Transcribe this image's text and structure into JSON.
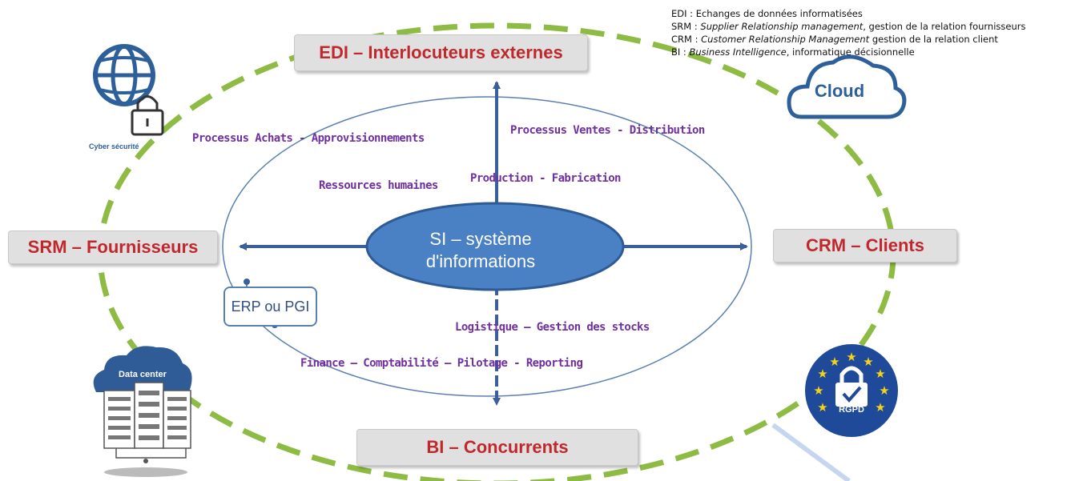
{
  "legend": [
    {
      "abbr": "EDI",
      "sep": " : ",
      "term": "",
      "desc": "Echanges de données informatisées"
    },
    {
      "abbr": "SRM",
      "sep": " : ",
      "term": "Supplier Relationship management",
      "desc": ", gestion de la relation fournisseurs"
    },
    {
      "abbr": "CRM",
      "sep": " : ",
      "term": "Customer Relationship Management",
      "desc": " gestion de la relation client"
    },
    {
      "abbr": "BI",
      "sep": " : ",
      "term": "Business Intelligence",
      "desc": ", informatique décisionnelle"
    }
  ],
  "boxes": {
    "edi": "EDI – Interlocuteurs externes",
    "srm": "SRM – Fournisseurs",
    "crm": "CRM – Clients",
    "bi": "BI – Concurrents"
  },
  "center": {
    "line1": "SI – système",
    "line2": "d'informations"
  },
  "processes": {
    "achats": "Processus Achats - Approvisionnements",
    "ventes": "Processus Ventes - Distribution",
    "rh": "Ressources humaines",
    "production": "Production - Fabrication",
    "logistique": "Logistique – Gestion des stocks",
    "finance": "Finance – Comptabilité – Pilotage - Reporting"
  },
  "erp": "ERP ou PGI",
  "icons": {
    "cyber": {
      "name": "globe-lock-icon",
      "label": "Cyber sécurité"
    },
    "cloud": {
      "name": "cloud-icon",
      "label": "Cloud"
    },
    "datacenter": {
      "name": "datacenter-icon",
      "label": "Data center"
    },
    "rgpd": {
      "name": "rgpd-lock-icon",
      "label": "RGPD"
    }
  },
  "colors": {
    "dash_green": "#8dbb43",
    "box_text_red": "#c0282d",
    "process_purple": "#7030a0",
    "center_blue": "#4a80c4",
    "arrow_blue": "#3b5f98",
    "icon_blue": "#2d5f9a",
    "eu_blue": "#1f4a9a",
    "eu_star": "#f7d117"
  }
}
